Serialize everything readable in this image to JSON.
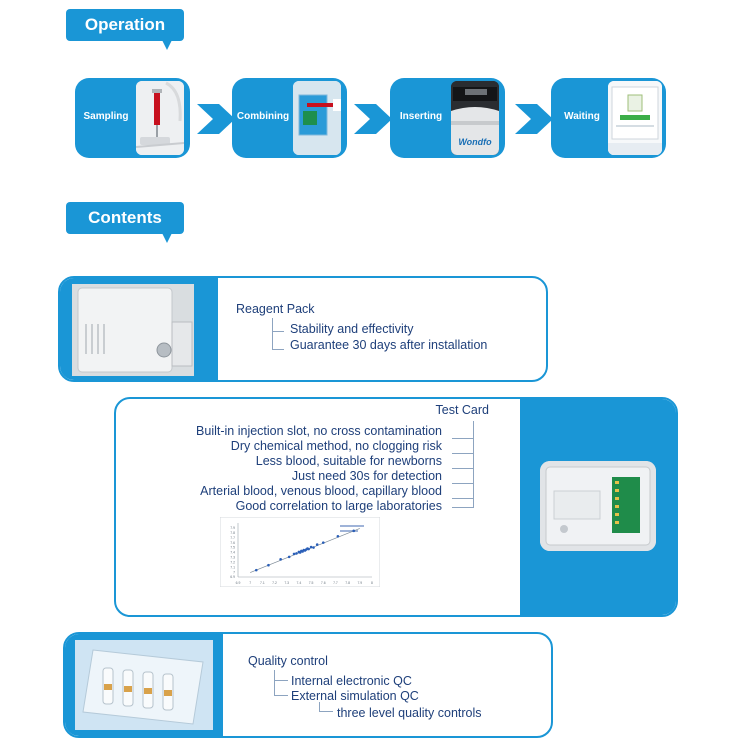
{
  "sections": {
    "operation": "Operation",
    "contents": "Contents"
  },
  "steps": [
    {
      "label": "Sampling"
    },
    {
      "label": "Combining"
    },
    {
      "label": "Inserting",
      "brand_text": "Wondfo"
    },
    {
      "label": "Waiting"
    }
  ],
  "reagent_pack": {
    "title": "Reagent Pack",
    "items": [
      "Stability and effectivity",
      "Guarantee 30 days after installation"
    ]
  },
  "test_card": {
    "title": "Test Card",
    "items": [
      "Built-in injection slot, no cross contamination",
      "Dry chemical method, no clogging risk",
      "Less blood, suitable for newborns",
      "Just need 30s for  detection",
      "Arterial blood, venous blood, capillary blood",
      "Good correlation to large laboratories"
    ],
    "chart_data": {
      "type": "scatter",
      "xlim": [
        6.9,
        8.0
      ],
      "ylim": [
        6.9,
        8.0
      ],
      "x_ticks": [
        "6.9",
        "7",
        "7.1",
        "7.2",
        "7.3",
        "7.4",
        "7.5",
        "7.6",
        "7.7",
        "7.8",
        "7.9",
        "8"
      ],
      "y_ticks": [
        "7.9",
        "7.8",
        "7.7",
        "7.6",
        "7.5",
        "7.4",
        "7.3",
        "7.2",
        "7.1",
        "7",
        "6.9"
      ],
      "points": [
        [
          7.05,
          7.04
        ],
        [
          7.15,
          7.14
        ],
        [
          7.25,
          7.26
        ],
        [
          7.32,
          7.31
        ],
        [
          7.36,
          7.37
        ],
        [
          7.38,
          7.38
        ],
        [
          7.4,
          7.41
        ],
        [
          7.41,
          7.4
        ],
        [
          7.42,
          7.43
        ],
        [
          7.43,
          7.42
        ],
        [
          7.44,
          7.45
        ],
        [
          7.45,
          7.44
        ],
        [
          7.46,
          7.46
        ],
        [
          7.47,
          7.48
        ],
        [
          7.48,
          7.47
        ],
        [
          7.5,
          7.51
        ],
        [
          7.52,
          7.5
        ],
        [
          7.55,
          7.56
        ],
        [
          7.6,
          7.6
        ],
        [
          7.72,
          7.73
        ],
        [
          7.85,
          7.84
        ]
      ],
      "trend": [
        [
          7.0,
          6.99
        ],
        [
          7.9,
          7.89
        ]
      ]
    }
  },
  "quality_control": {
    "title": "Quality control",
    "items": [
      "Internal electronic QC",
      "External simulation QC"
    ],
    "subitem": "three level quality controls"
  },
  "colors": {
    "accent": "#1a96d6",
    "text": "#1e3f7a"
  }
}
